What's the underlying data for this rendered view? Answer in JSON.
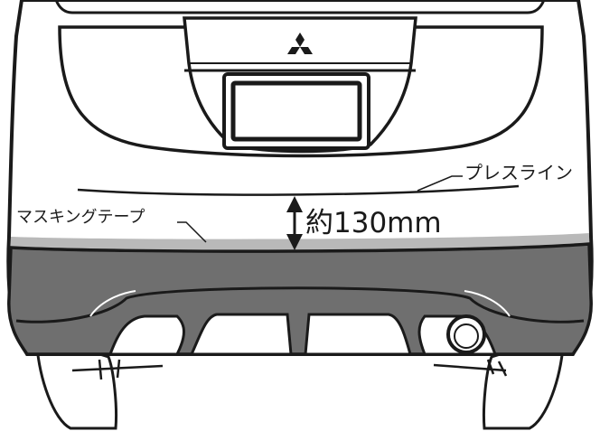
{
  "diagram": {
    "labels": {
      "press_line": "プレスライン",
      "masking_tape": "マスキングテープ",
      "measurement": "約130mm"
    },
    "colors": {
      "outline": "#1a1a1a",
      "body": "#ffffff",
      "bumper": "#6f6f6f",
      "masking_tape": "#b9b9b9",
      "shadow": "#9a9a9a"
    },
    "icons": {
      "emblem": "three-diamond-logo",
      "measurement": "double-arrow-icon"
    }
  }
}
